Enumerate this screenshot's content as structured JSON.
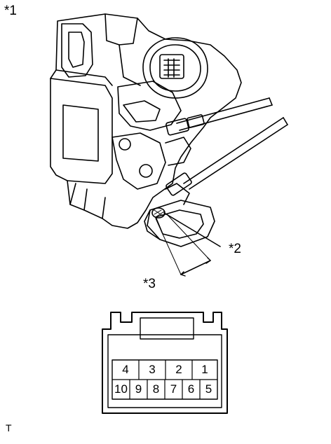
{
  "callouts": {
    "c1": "*1",
    "c2": "*2",
    "c3": "*3",
    "footer": "T"
  },
  "connector": {
    "top_row": [
      "4",
      "3",
      "2",
      "1"
    ],
    "bottom_row": [
      "10",
      "9",
      "8",
      "7",
      "6",
      "5"
    ]
  }
}
